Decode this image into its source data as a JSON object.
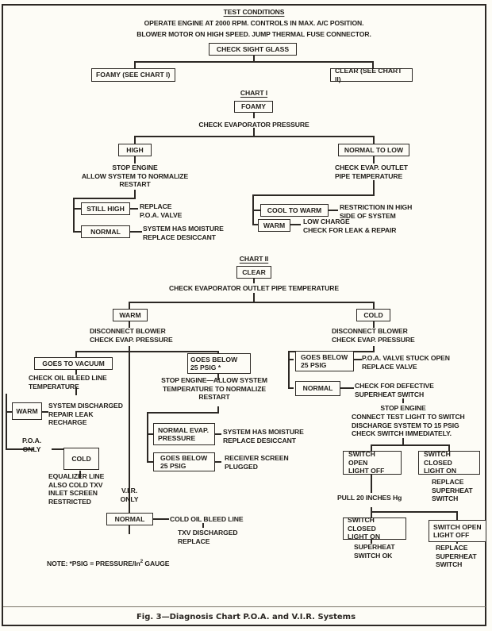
{
  "figure": {
    "caption": "Fig. 3—Diagnosis Chart P.O.A. and V.I.R. Systems"
  },
  "test_conditions": {
    "heading": "TEST CONDITIONS",
    "line1": "OPERATE ENGINE AT 2000 RPM.  CONTROLS IN MAX. A/C POSITION.",
    "line2": "BLOWER MOTOR ON HIGH SPEED.  JUMP THERMAL FUSE CONNECTOR.",
    "check_box": "CHECK SIGHT GLASS",
    "foamy_box": "FOAMY (SEE CHART I)",
    "clear_box": "CLEAR (SEE CHART II)"
  },
  "chart1": {
    "heading": "CHART I",
    "root_box": "FOAMY",
    "root_action": "CHECK EVAPORATOR PRESSURE",
    "high": {
      "box": "HIGH",
      "action": "STOP ENGINE\nALLOW SYSTEM TO NORMALIZE\nRESTART",
      "still_high_box": "STILL HIGH",
      "still_high_result": "REPLACE\nP.O.A. VALVE",
      "normal_box": "NORMAL",
      "normal_result": "SYSTEM HAS MOISTURE\nREPLACE DESICCANT"
    },
    "normal_to_low": {
      "box": "NORMAL TO LOW",
      "action": "CHECK EVAP. OUTLET\nPIPE TEMPERATURE",
      "cool_box": "COOL TO WARM",
      "cool_result": "RESTRICTION IN HIGH\nSIDE OF SYSTEM",
      "warm_box": "WARM",
      "warm_result": "LOW CHARGE\nCHECK FOR LEAK & REPAIR"
    }
  },
  "chart2": {
    "heading": "CHART II",
    "root_box": "CLEAR",
    "root_action": "CHECK EVAPORATOR OUTLET PIPE TEMPERATURE",
    "warm": {
      "box": "WARM",
      "action": "DISCONNECT BLOWER\nCHECK EVAP. PRESSURE",
      "vacuum_box": "GOES TO VACUUM",
      "vacuum_action": "CHECK OIL BLEED LINE\nTEMPERATURE",
      "vacuum_warm_box": "WARM",
      "vacuum_warm_result": "SYSTEM DISCHARGED\nREPAIR LEAK\nRECHARGE",
      "poa_only_label": "P.O.A.\nONLY",
      "cold_box": "COLD",
      "cold_result": "EQUALIZER LINE\nALSO COLD TXV\nINLET SCREEN\nRESTRICTED",
      "vir_only_label": "V.I.R.\nONLY",
      "vir_normal_box": "NORMAL",
      "vir_normal_result": "COLD OIL BLEED LINE",
      "vir_normal_result2": "TXV DISCHARGED\nREPLACE",
      "below25_box": "GOES BELOW\n25 PSIG *",
      "below25_action": "STOP ENGINE—ALLOW SYSTEM\nTEMPERATURE TO NORMALIZE\nRESTART",
      "normal_evap_box": "NORMAL EVAP.\nPRESSURE",
      "normal_evap_result": "SYSTEM HAS MOISTURE\nREPLACE DESICCANT",
      "below25b_box": "GOES BELOW\n25 PSIG",
      "below25b_result": "RECEIVER SCREEN\nPLUGGED"
    },
    "cold": {
      "box": "COLD",
      "action": "DISCONNECT BLOWER\nCHECK EVAP. PRESSURE",
      "below25_box": "GOES BELOW\n25 PSIG",
      "below25_result": "P.O.A. VALVE STUCK OPEN\nREPLACE VALVE",
      "normal_box": "NORMAL",
      "normal_result": "CHECK FOR DEFECTIVE\nSUPERHEAT SWITCH",
      "stop_action": "STOP ENGINE",
      "connect_action": "CONNECT TEST LIGHT TO SWITCH\nDISCHARGE SYSTEM TO 15 PSIG\nCHECK SWITCH IMMEDIATELY.",
      "switch_open_box": "SWITCH OPEN\nLIGHT OFF",
      "switch_closed_box": "SWITCH CLOSED\nLIGHT ON",
      "switch_closed_result": "REPLACE\nSUPERHEAT\nSWITCH",
      "pull_action": "PULL 20 INCHES Hg",
      "pull_closed_box": "SWITCH CLOSED\nLIGHT ON",
      "pull_closed_result": "SUPERHEAT\nSWITCH OK",
      "pull_open_box": "SWITCH OPEN\nLIGHT OFF",
      "pull_open_result": "REPLACE\nSUPERHEAT\nSWITCH"
    }
  },
  "note": {
    "prefix": "NOTE:  *PSIG = PRESSURE/In",
    "superscript": "2",
    "suffix": " GAUGE"
  }
}
